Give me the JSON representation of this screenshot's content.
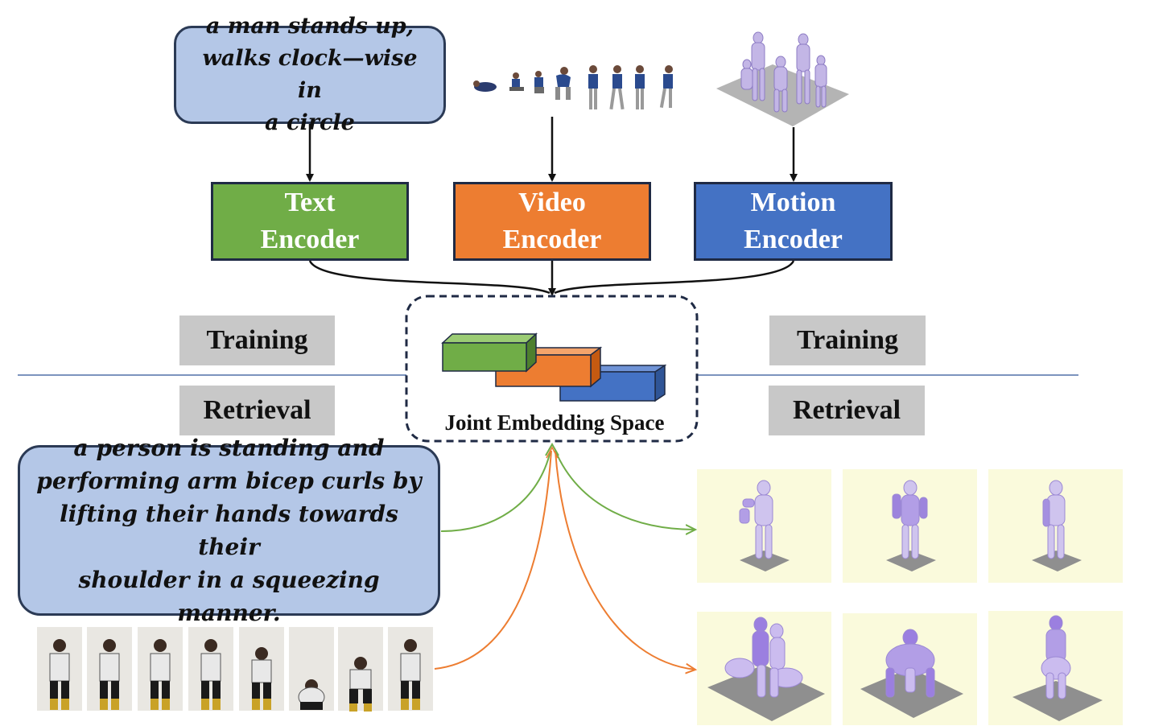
{
  "top_caption": {
    "line1": "a man stands up,",
    "line2": "walks clock—wise in",
    "line3": "a circle"
  },
  "encoders": {
    "text": {
      "line1": "Text",
      "line2": "Encoder",
      "color": "#70ad47"
    },
    "video": {
      "line1": "Video",
      "line2": "Encoder",
      "color": "#ed7d31"
    },
    "motion": {
      "line1": "Motion",
      "line2": "Encoder",
      "color": "#4472c4"
    }
  },
  "labels": {
    "training_left": "Training",
    "retrieval_left": "Retrieval",
    "training_right": "Training",
    "retrieval_right": "Retrieval"
  },
  "joint_space": {
    "label": "Joint Embedding Space"
  },
  "query_caption": {
    "line1": "a person is standing and",
    "line2": "performing arm bicep curls by",
    "line3": "lifting their hands towards their",
    "line4": "shoulder in a squeezing manner."
  },
  "colors": {
    "text_path": "#70ad47",
    "video_path": "#ed7d31",
    "caption_fill": "#b4c7e7",
    "thumb_bg": "#fafadc",
    "mesh": "#b9a7e0",
    "divider": "#2f5597"
  }
}
